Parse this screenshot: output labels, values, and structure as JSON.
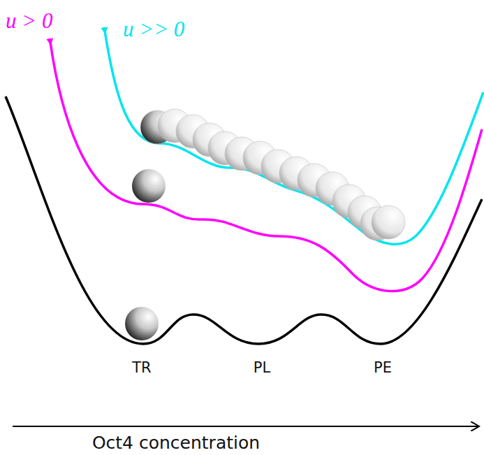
{
  "diagram": {
    "labels": [
      "u > 0",
      "u >> 0",
      "TR",
      "PL",
      "PE",
      "Oct4 concentration"
    ]
  }
}
